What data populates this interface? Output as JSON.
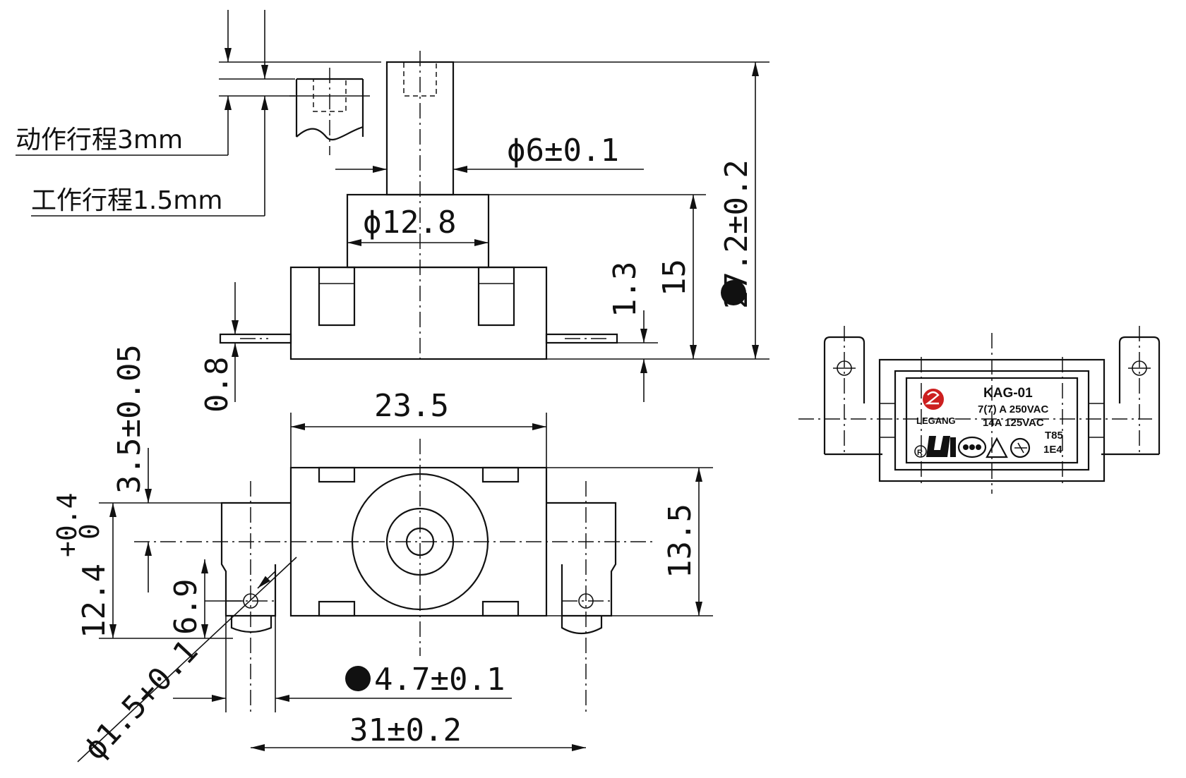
{
  "labels": {
    "action_stroke": "动作行程3mm",
    "working_stroke": "工作行程1.5mm"
  },
  "dimensions": {
    "shaft_dia": "ϕ6±0.1",
    "body_dia": "ϕ12.8",
    "total_height": "27.2±0.2",
    "height_15": "15",
    "tab_offset": "1.3",
    "tab_thickness": "0.8",
    "width_23_5": "23.5",
    "offset_3_5": "3.5±0.05",
    "height_12_4": "12.4",
    "tol_plus": "+0.4",
    "tol_zero": "0",
    "hole_offset": "6.9",
    "depth_13_5": "13.5",
    "tab_width": "4.7±0.1",
    "hole_pitch": "31±0.2",
    "hole_dia": "ϕ1.5+0.1"
  },
  "product_label": {
    "model": "KAG-01",
    "rating_1": "7(7) A 250VAC",
    "rating_2": "14A 125VAC",
    "temp": "T85",
    "life": "1E4",
    "brand": "LEGANG",
    "accent_color": "#cc1f1f"
  }
}
